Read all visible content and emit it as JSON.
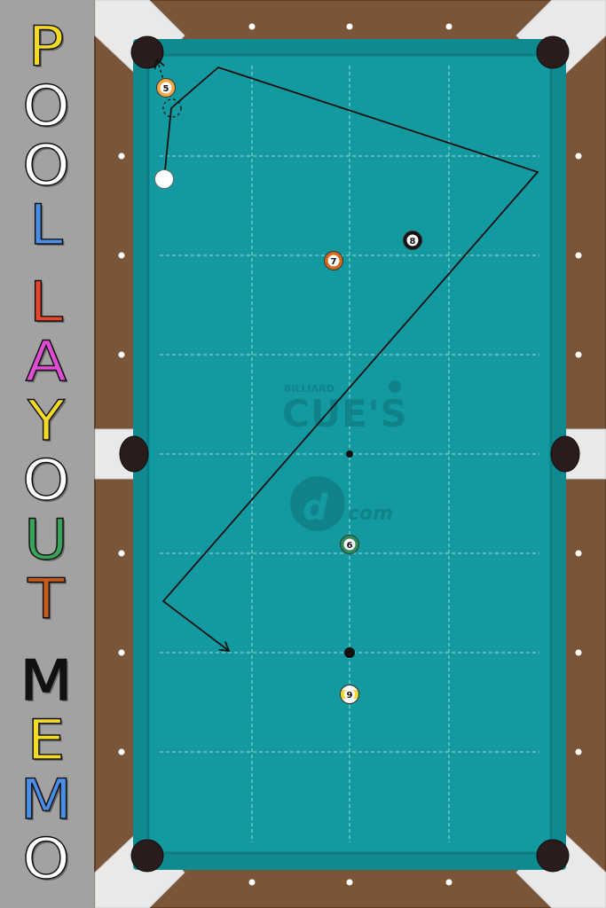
{
  "title_letters": [
    {
      "char": "P",
      "color": "#f3da25"
    },
    {
      "char": "O",
      "color": "#ffffff"
    },
    {
      "char": "O",
      "color": "#ffffff"
    },
    {
      "char": "L",
      "color": "#4a8ee8"
    },
    {
      "char": "L",
      "color": "#e8452f"
    },
    {
      "char": "A",
      "color": "#e24bd6"
    },
    {
      "char": "Y",
      "color": "#f3da25"
    },
    {
      "char": "O",
      "color": "#ffffff"
    },
    {
      "char": "U",
      "color": "#3aa35a"
    },
    {
      "char": "T",
      "color": "#c65a1c"
    },
    {
      "char": "M",
      "color": "#111111"
    },
    {
      "char": "E",
      "color": "#f3da25"
    },
    {
      "char": "M",
      "color": "#4a8ee8"
    },
    {
      "char": "O",
      "color": "#ffffff"
    }
  ],
  "table": {
    "cloth_color": "#139aa0",
    "rail_color": "#7b5538",
    "watermark": {
      "billiard": "BILLIARD",
      "cues": "CUE'S",
      "com": "com"
    }
  },
  "balls": [
    {
      "name": "cue-ball",
      "label": "",
      "fill": "#ffffff"
    },
    {
      "name": "ball-5",
      "label": "5",
      "fill": "#f4a640"
    },
    {
      "name": "ball-6",
      "label": "6",
      "fill": "#2e8b57"
    },
    {
      "name": "ball-7",
      "label": "7",
      "fill": "#d2691e"
    },
    {
      "name": "ball-8",
      "label": "8",
      "fill": "#111111"
    },
    {
      "name": "ball-9",
      "label": "9",
      "fill": "#f2d83b"
    }
  ]
}
